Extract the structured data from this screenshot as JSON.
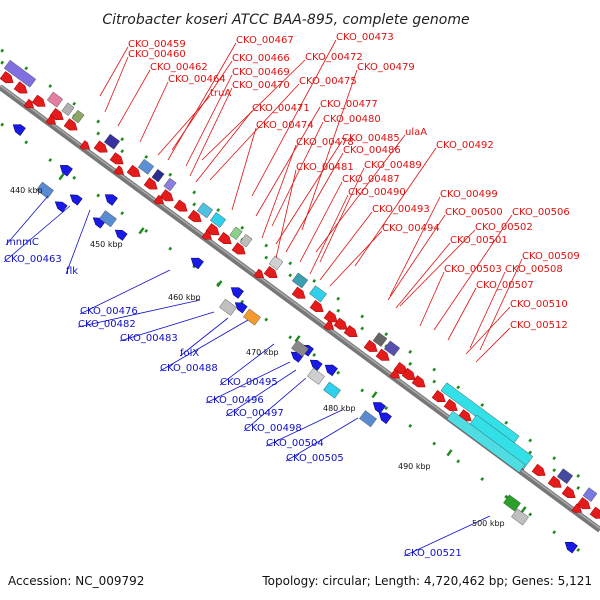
{
  "title": "Citrobacter koseri ATCC BAA-895, complete genome",
  "accession": "Accession: NC_009792",
  "topology": "Topology: circular; Length: 4,720,462 bp; Genes: 5,121",
  "colors": {
    "forward": "#e31b1b",
    "reverse": "#1a1ae6",
    "backbone": "#808080",
    "tick": "#1e8a1e",
    "cyan": "#33e0e8"
  },
  "kbp_labels": [
    "440 kbp",
    "450 kbp",
    "460 kbp",
    "470 kbp",
    "480 kbp",
    "490 kbp",
    "500 kbp"
  ],
  "forward_labels": [
    "CKO_00459",
    "CKO_00460",
    "CKO_00462",
    "CKO_00464",
    "truA",
    "CKO_00467",
    "CKO_00466",
    "CKO_00469",
    "CKO_00470",
    "CKO_00473",
    "CKO_00472",
    "CKO_00475",
    "CKO_00471",
    "CKO_00479",
    "CKO_00477",
    "CKO_00474",
    "CKO_00480",
    "CKO_00478",
    "ulaA",
    "CKO_00485",
    "CKO_00492",
    "CKO_00486",
    "CKO_00481",
    "CKO_00489",
    "CKO_00487",
    "CKO_00490",
    "CKO_00493",
    "CKO_00494",
    "CKO_00499",
    "CKO_00500",
    "CKO_00506",
    "CKO_00502",
    "CKO_00501",
    "CKO_00503",
    "CKO_00509",
    "CKO_00508",
    "CKO_00507",
    "CKO_00510",
    "CKO_00512"
  ],
  "reverse_labels": [
    "mnmC",
    "CKO_00463",
    "flk",
    "CKO_00476",
    "CKO_00482",
    "CKO_00483",
    "folX",
    "CKO_00488",
    "CKO_00495",
    "CKO_00496",
    "CKO_00497",
    "CKO_00498",
    "CKO_00504",
    "CKO_00505",
    "CKO_00521"
  ]
}
